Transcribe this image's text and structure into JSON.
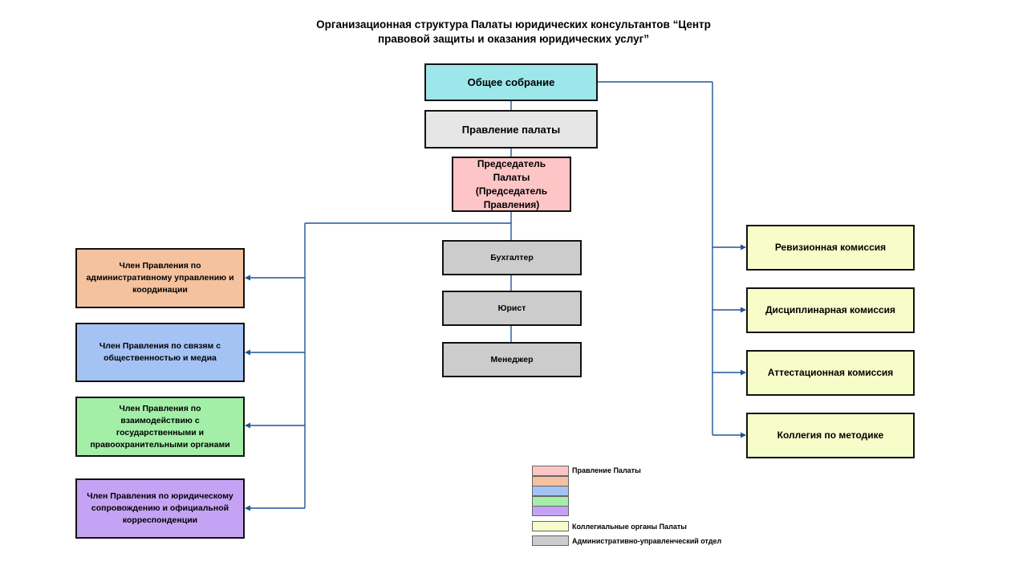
{
  "title": {
    "line1": "Организационная структура Палаты юридических консультантов “Центр",
    "line2": "правовой защиты и оказания юридических услуг”"
  },
  "colors": {
    "general_meeting": "#9de6ea",
    "board": "#e6e6e6",
    "chair": "#fdc5c5",
    "admin_member": "#f4c29e",
    "pr_member": "#a4c2f4",
    "gov_member": "#a3efa8",
    "legal_member": "#c4a3f4",
    "collegial": "#f7fdc9",
    "staff": "#cccccc",
    "connector": "#1f5596"
  },
  "boxes": {
    "general_meeting": "Общее собрание",
    "board": "Правление палаты",
    "chair": "Председатель Палаты (Председатель Правления)",
    "accountant": "Бухгалтер",
    "lawyer": "Юрист",
    "manager": "Менеджер",
    "members": [
      "Член Правления по административному управлению и координации",
      "Член Правления по связям с общественностью и медиа",
      "Член Правления по взаимодействию с государственными и правоохранительными органами",
      "Член Правления по юридическому сопровождению и официальной корреспонденции"
    ],
    "commissions": [
      "Ревизионная комиссия",
      "Дисциплинарная комиссия",
      "Аттестационная комиссия",
      "Коллегия по методике"
    ]
  },
  "legend": {
    "board": "Правление Палаты",
    "collegial": "Коллегиальные органы Палаты",
    "admin": "Административно-управленческий отдел"
  }
}
